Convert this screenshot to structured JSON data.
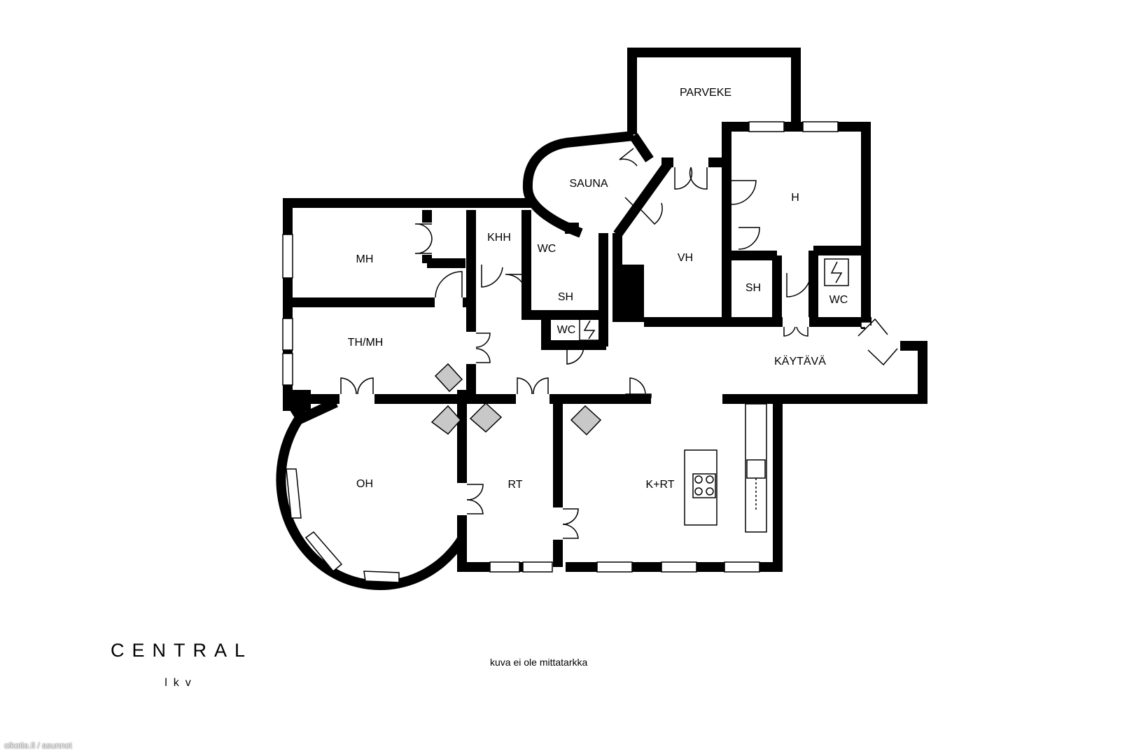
{
  "rooms": {
    "parveke": "PARVEKE",
    "sauna": "SAUNA",
    "h": "H",
    "mh": "MH",
    "khh": "KHH",
    "wc_sauna": "WC",
    "vh": "VH",
    "sh_sauna": "SH",
    "sh_right": "SH",
    "wc_right": "WC",
    "wc_lower": "WC",
    "th_mh": "TH/MH",
    "kaytava": "KÄYTÄVÄ",
    "oh": "OH",
    "rt": "RT",
    "k_rt": "K+RT"
  },
  "brand": {
    "name": "CENTRAL",
    "sub": "lkv"
  },
  "note": "kuva ei ole mittatarkka",
  "watermark": "oikotie.fi / asunnot"
}
